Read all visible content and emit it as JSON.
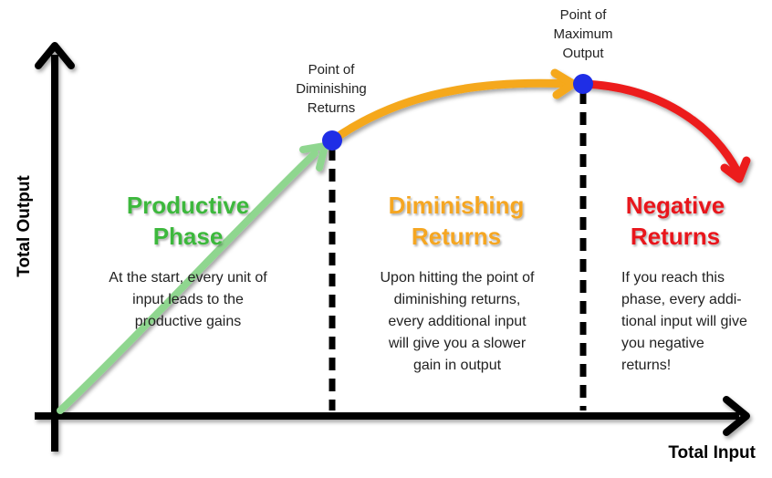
{
  "axes": {
    "x_label": "Total Input",
    "y_label": "Total Output"
  },
  "points": {
    "diminishing": {
      "lines": [
        "Point of",
        "Diminishing",
        "Returns"
      ],
      "color": "#1f2ee6"
    },
    "maximum": {
      "lines": [
        "Point of",
        "Maximum",
        "Output"
      ],
      "color": "#1f2ee6"
    }
  },
  "phases": {
    "productive": {
      "title_lines": [
        "Productive",
        "Phase"
      ],
      "color": "#3cb83c",
      "desc_lines": [
        "At the start, every unit of",
        "input leads to the",
        "productive gains"
      ]
    },
    "diminishing": {
      "title_lines": [
        "Diminishing",
        "Returns"
      ],
      "color": "#f5a623",
      "desc_lines": [
        "Upon hitting the point of",
        "diminishing returns,",
        "every additional input",
        "will give you a slower",
        "gain in output"
      ]
    },
    "negative": {
      "title_lines": [
        "Negative",
        "Returns"
      ],
      "color": "#e8141b",
      "desc_lines": [
        "If you reach this",
        "phase, every addi-",
        "tional input will give",
        "you negative",
        "returns!"
      ]
    }
  },
  "colors": {
    "productive_curve": "#8fd68f",
    "diminishing_curve": "#f5a81a",
    "negative_curve": "#ec1c1c",
    "axis": "#000000"
  }
}
